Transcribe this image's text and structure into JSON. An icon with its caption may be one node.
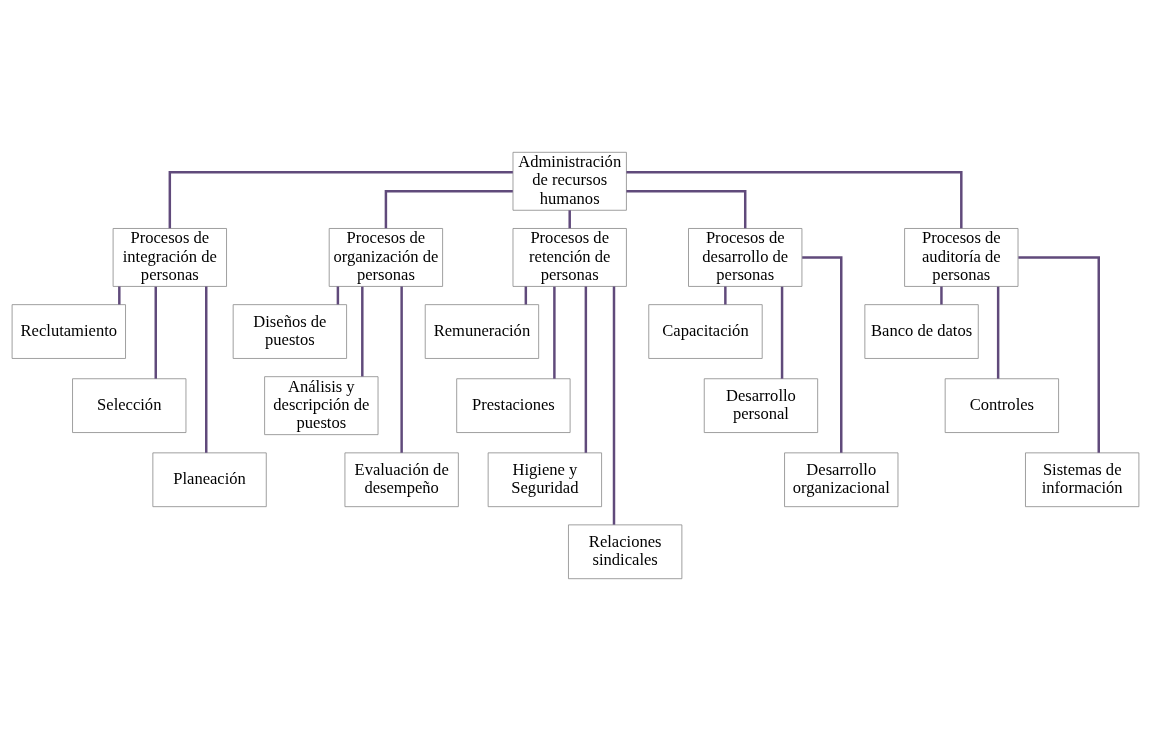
{
  "diagram": {
    "nodes": [
      {
        "text": [
          "Administración de recursos humanos"
        ]
      },
      {
        "text": [
          "Procesos de integración de personas"
        ]
      },
      {
        "text": [
          "Procesos de organización de personas"
        ]
      },
      {
        "text": [
          "Procesos de retención de personas"
        ]
      },
      {
        "text": [
          "Procesos de desarrollo de personas"
        ]
      },
      {
        "text": [
          "Procesos de auditoría de personas"
        ]
      },
      {
        "text": [
          "Reclutamiento"
        ]
      },
      {
        "text": [
          "Selección"
        ]
      },
      {
        "text": [
          "Planeación"
        ]
      },
      {
        "text": [
          "Diseños de puestos"
        ]
      },
      {
        "text": [
          "Análisis y descripción de puestos"
        ]
      },
      {
        "text": [
          "Evaluación de desempeño"
        ]
      },
      {
        "text": [
          "Remuneración"
        ]
      },
      {
        "text": [
          "Prestaciones"
        ]
      },
      {
        "text": [
          "Higiene y Seguridad"
        ]
      },
      {
        "text": [
          "Relaciones sindicales"
        ]
      },
      {
        "text": [
          "Capacitación"
        ]
      },
      {
        "text": [
          "Desarrollo personal"
        ]
      },
      {
        "text": [
          "Desarrollo organizacional"
        ]
      },
      {
        "text": [
          "Banco de datos"
        ]
      },
      {
        "text": [
          "Controles"
        ]
      },
      {
        "text": [
          "Sistemas de información"
        ]
      }
    ],
    "edges": [
      {
        "from": 0,
        "to": 1,
        "arrow": "none"
      },
      {
        "from": 0,
        "to": 2,
        "arrow": "none"
      },
      {
        "from": 0,
        "to": 3,
        "arrow": "none"
      },
      {
        "from": 0,
        "to": 4,
        "arrow": "none"
      },
      {
        "from": 0,
        "to": 5,
        "arrow": "none"
      },
      {
        "from": 1,
        "to": 6,
        "arrow": "none"
      },
      {
        "from": 1,
        "to": 7,
        "arrow": "none"
      },
      {
        "from": 1,
        "to": 8,
        "arrow": "none"
      },
      {
        "from": 2,
        "to": 9,
        "arrow": "none"
      },
      {
        "from": 2,
        "to": 10,
        "arrow": "none"
      },
      {
        "from": 2,
        "to": 11,
        "arrow": "none"
      },
      {
        "from": 3,
        "to": 12,
        "arrow": "none"
      },
      {
        "from": 3,
        "to": 13,
        "arrow": "none"
      },
      {
        "from": 3,
        "to": 14,
        "arrow": "none"
      },
      {
        "from": 3,
        "to": 15,
        "arrow": "none"
      },
      {
        "from": 4,
        "to": 16,
        "arrow": "none"
      },
      {
        "from": 4,
        "to": 17,
        "arrow": "none"
      },
      {
        "from": 4,
        "to": 18,
        "arrow": "none"
      },
      {
        "from": 5,
        "to": 19,
        "arrow": "none"
      },
      {
        "from": 5,
        "to": 20,
        "arrow": "none"
      },
      {
        "from": 5,
        "to": 21,
        "arrow": "none"
      }
    ]
  }
}
